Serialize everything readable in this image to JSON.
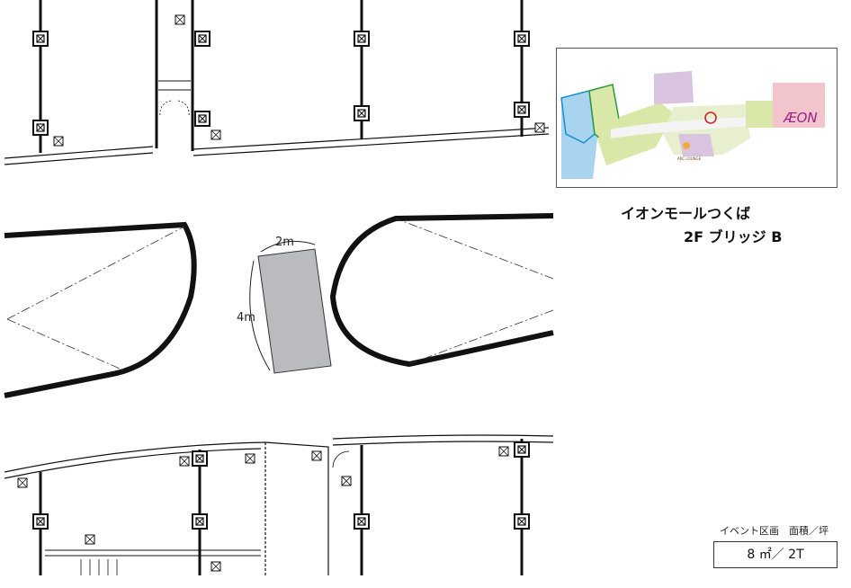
{
  "title": {
    "venue": "イオンモールつくば",
    "location": "2F ブリッジ B"
  },
  "keymap": {
    "logo": "ÆON",
    "lounge_label": "ARC LOUNGE",
    "marker_color": "#d0202a",
    "zone_colors": {
      "blue": "#a8d4ef",
      "green": "#d9e8a8",
      "purple": "#d9c4e0",
      "pink": "#f2c4cc",
      "logo": "#9b1f8a"
    }
  },
  "event_space": {
    "width_label": "2m",
    "length_label": "4m",
    "fill": "#b9bbbe"
  },
  "area_info": {
    "label": "イベント区画　面積／坪",
    "value": "8 ㎡／ 2T"
  }
}
